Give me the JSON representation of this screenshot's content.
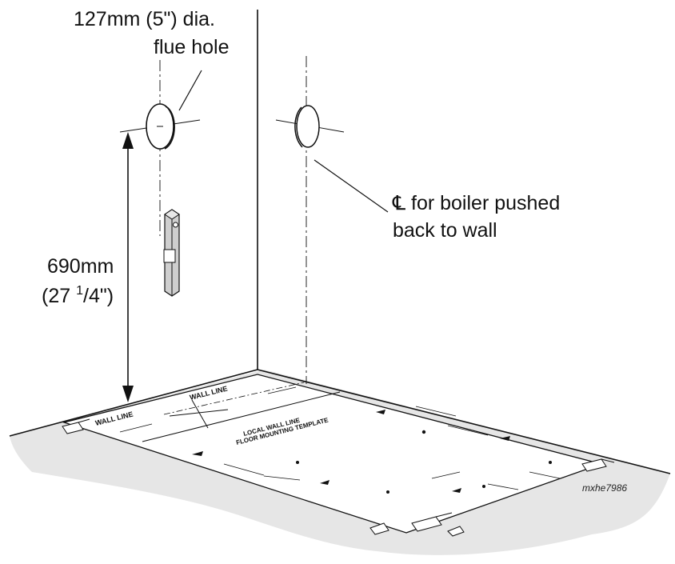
{
  "labels": {
    "flue_line1": "127mm (5\") dia.",
    "flue_line2": "flue hole",
    "centerline_line1": "℄ for boiler pushed",
    "centerline_line2": "back to wall",
    "height_line1": "690mm",
    "height_line2_pre": "(27 ",
    "height_sup": "1",
    "height_line2_post": "/4\")",
    "drawing_code": "mxhe7986"
  },
  "template_markings": [
    "WALL LINE",
    "WALL LINE",
    "LOCAL WALL LINE",
    "FLOOR MOUNTING TEMPLATE"
  ],
  "colors": {
    "line": "#111111",
    "floor_shadow": "#e6e6e6",
    "bracket_fill": "#cfcfcf",
    "template_fill": "#ffffff"
  }
}
